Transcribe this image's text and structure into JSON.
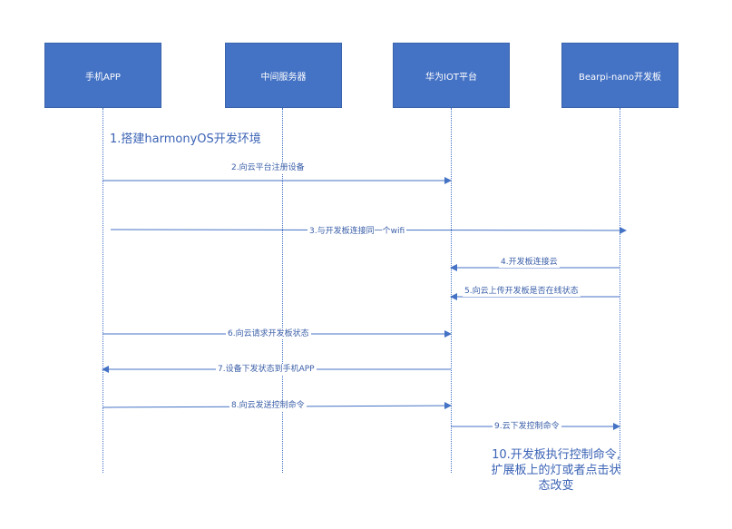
{
  "actors": [
    {
      "label": "手机APP"
    },
    {
      "label": "中间服务器"
    },
    {
      "label": "华为IOT平台"
    },
    {
      "label": "Bearpi-nano开发板"
    }
  ],
  "notes": {
    "setup": "1.搭建harmonyOS开发环境",
    "final_line1": "10.开发板执行控制命令,",
    "final_line2": "扩展板上的灯或者点击状",
    "final_line3": "态改变"
  },
  "messages": [
    {
      "label": "2.向云平台注册设备",
      "from": 0,
      "to": 2
    },
    {
      "label": "3.与开发板连接同一个wifi",
      "from": 0,
      "to": 3
    },
    {
      "label": "4.开发板连接云",
      "from": 3,
      "to": 2
    },
    {
      "label": "5.向云上传开发板是否在线状态",
      "from": 3,
      "to": 2
    },
    {
      "label": "6.向云请求开发板状态",
      "from": 0,
      "to": 2
    },
    {
      "label": "7.设备下发状态到手机APP",
      "from": 2,
      "to": 0
    },
    {
      "label": "8.向云发送控制命令",
      "from": 0,
      "to": 2
    },
    {
      "label": "9.云下发控制命令",
      "from": 2,
      "to": 3
    }
  ],
  "colors": {
    "actor_fill": "#4472c4",
    "arrow": "#4472c4",
    "text": "#3b5fa8"
  }
}
